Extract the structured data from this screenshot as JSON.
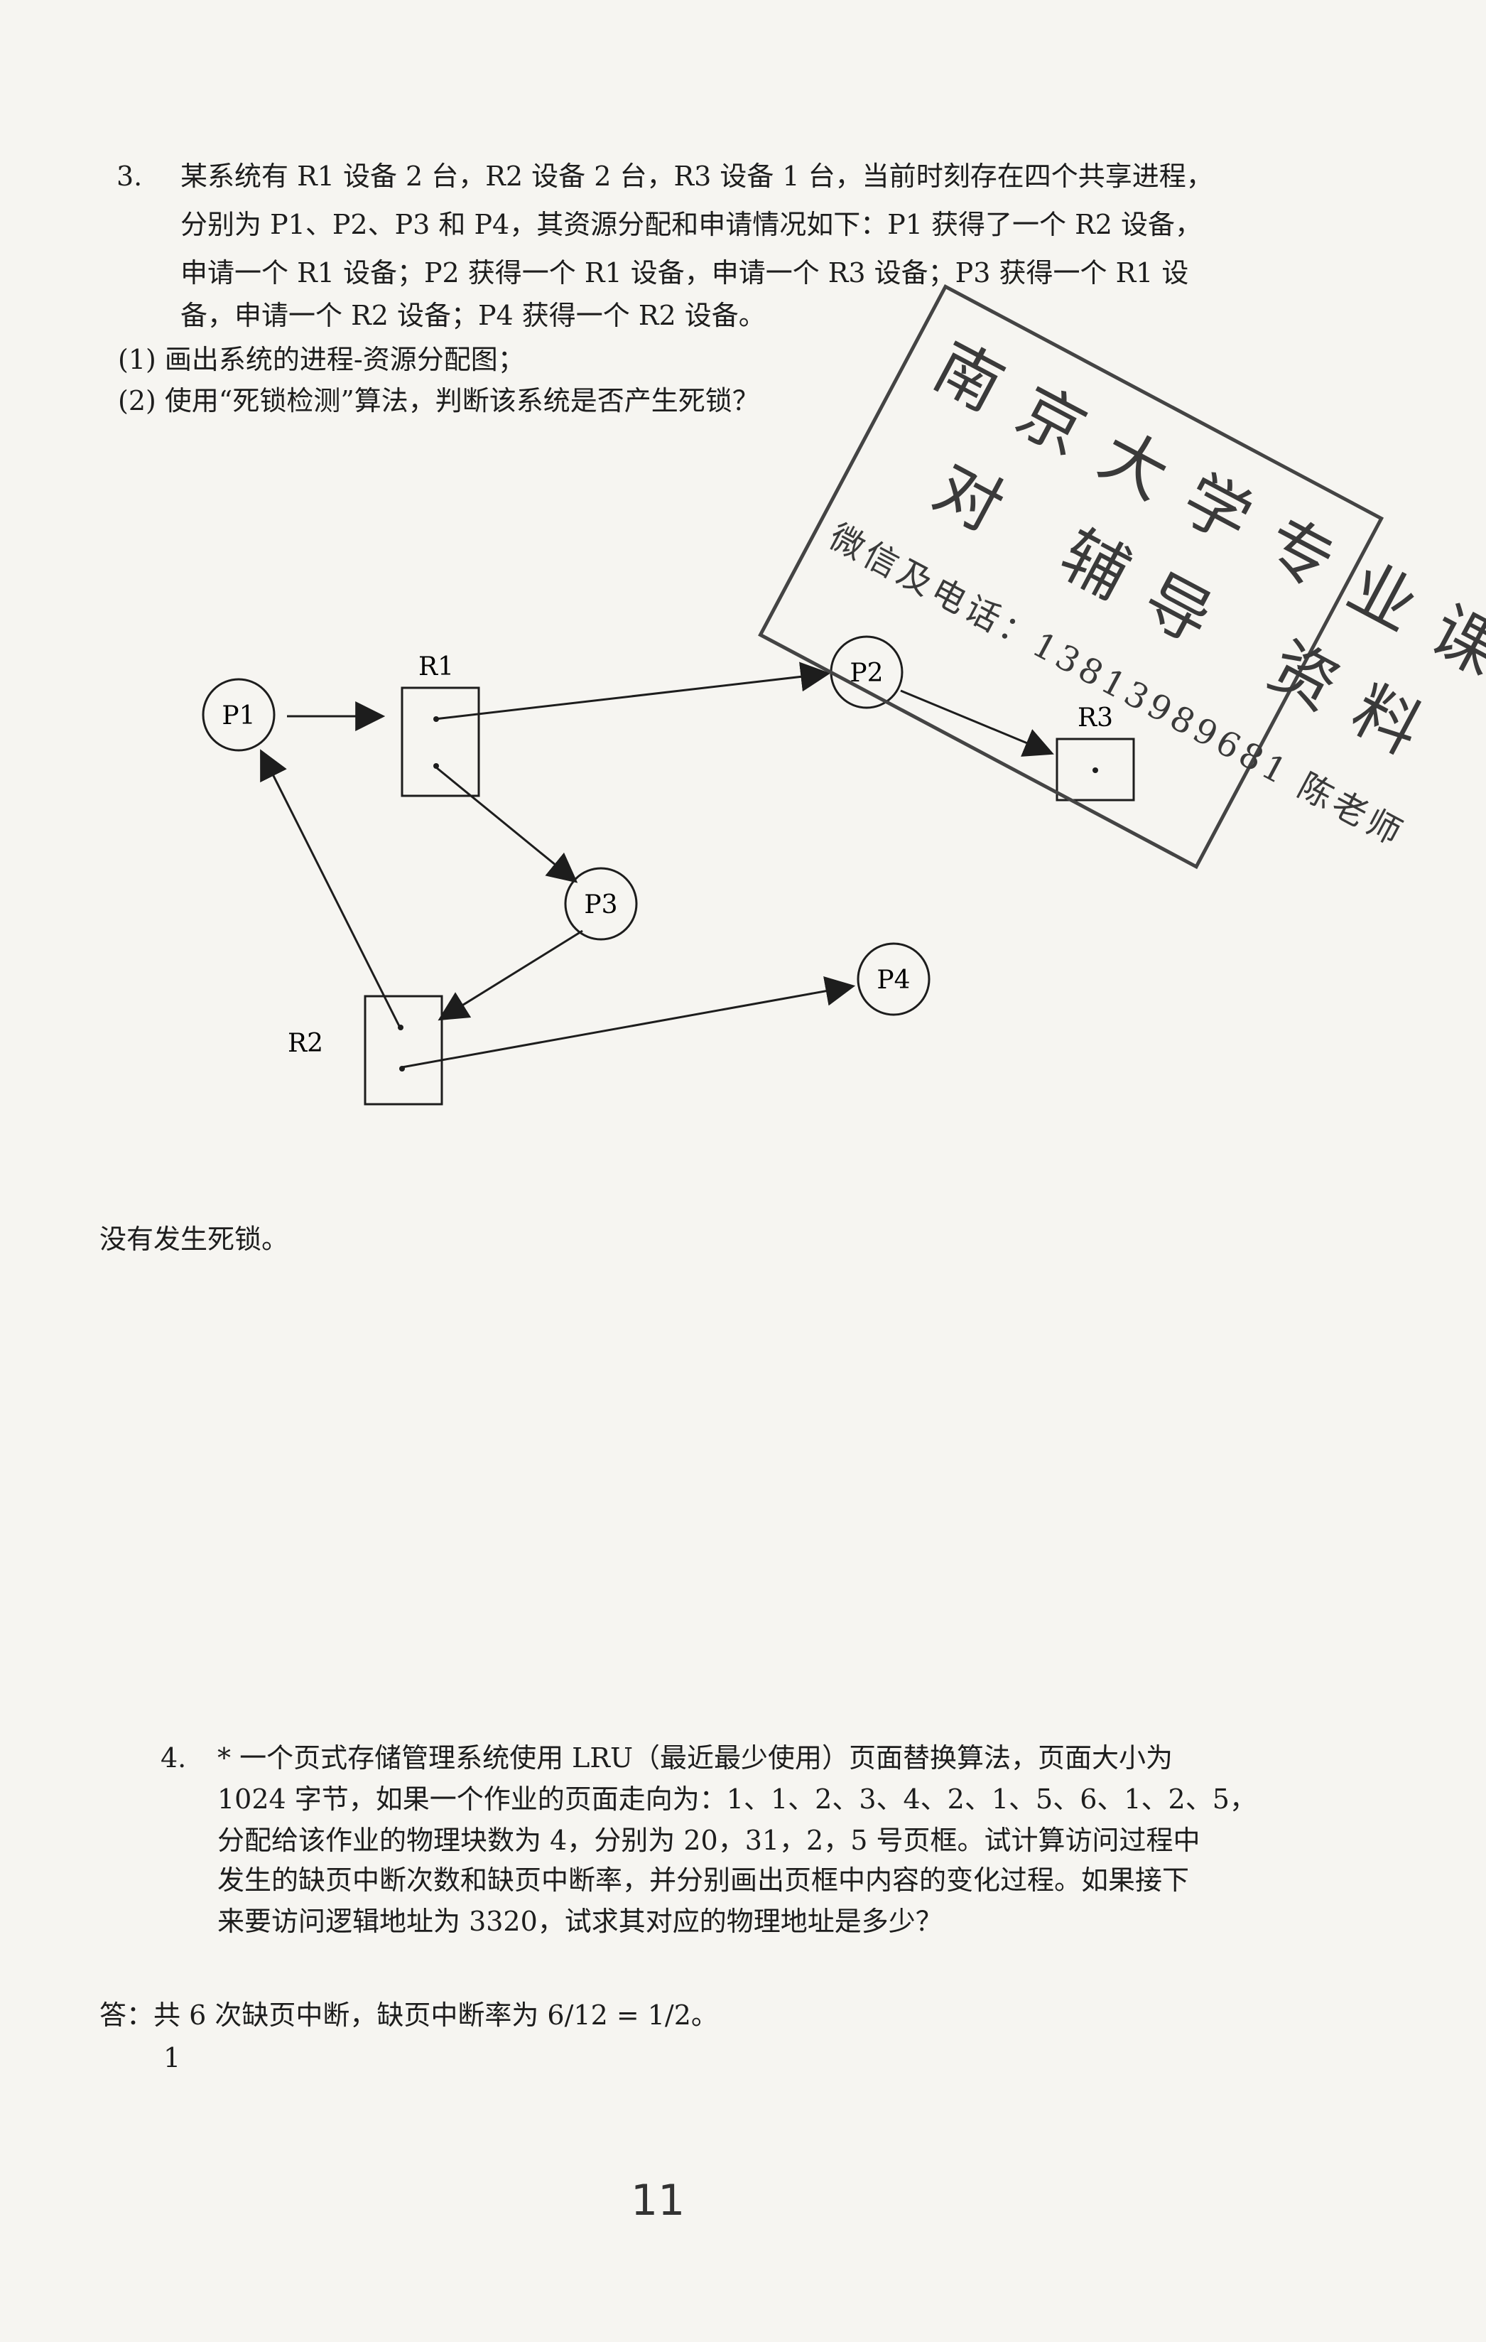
{
  "q3": {
    "number": "3.",
    "lines": [
      "某系统有 R1 设备 2 台，R2 设备 2 台，R3 设备 1 台，当前时刻存在四个共享进程，",
      "分别为 P1、P2、P3 和 P4，其资源分配和申请情况如下：P1 获得了一个 R2 设备，",
      "申请一个 R1 设备；P2 获得一个 R1 设备，申请一个 R3 设备；P3 获得一个 R1 设",
      "备，申请一个 R2 设备；P4 获得一个 R2 设备。"
    ],
    "sub1": "(1)  画出系统的进程-资源分配图；",
    "sub2": "(2)  使用“死锁检测”算法，判断该系统是否产生死锁？",
    "answer": "没有发生死锁。"
  },
  "graph": {
    "processes": [
      "P1",
      "P2",
      "P3",
      "P4"
    ],
    "resources": [
      "R1",
      "R2",
      "R3"
    ]
  },
  "stamp": {
    "title": "南京大学专业课",
    "subtitle": "对 辅导 资料",
    "contact": "微信及电话：13813989681 陈老师"
  },
  "q4": {
    "number": "4.",
    "lines": [
      "* 一个页式存储管理系统使用 LRU（最近最少使用）页面替换算法，页面大小为",
      "1024 字节，如果一个作业的页面走向为：1、1、2、3、4、2、1、5、6、1、2、5，",
      "分配给该作业的物理块数为 4，分别为 20，31，2，5 号页框。试计算访问过程中",
      "发生的缺页中断次数和缺页中断率，并分别画出页框中内容的变化过程。如果接下",
      "来要访问逻辑地址为 3320，试求其对应的物理地址是多少？"
    ],
    "answer": "答：共 6 次缺页中断，缺页中断率为 6/12 = 1/2。",
    "answer_note": "1"
  },
  "page_number": "11"
}
